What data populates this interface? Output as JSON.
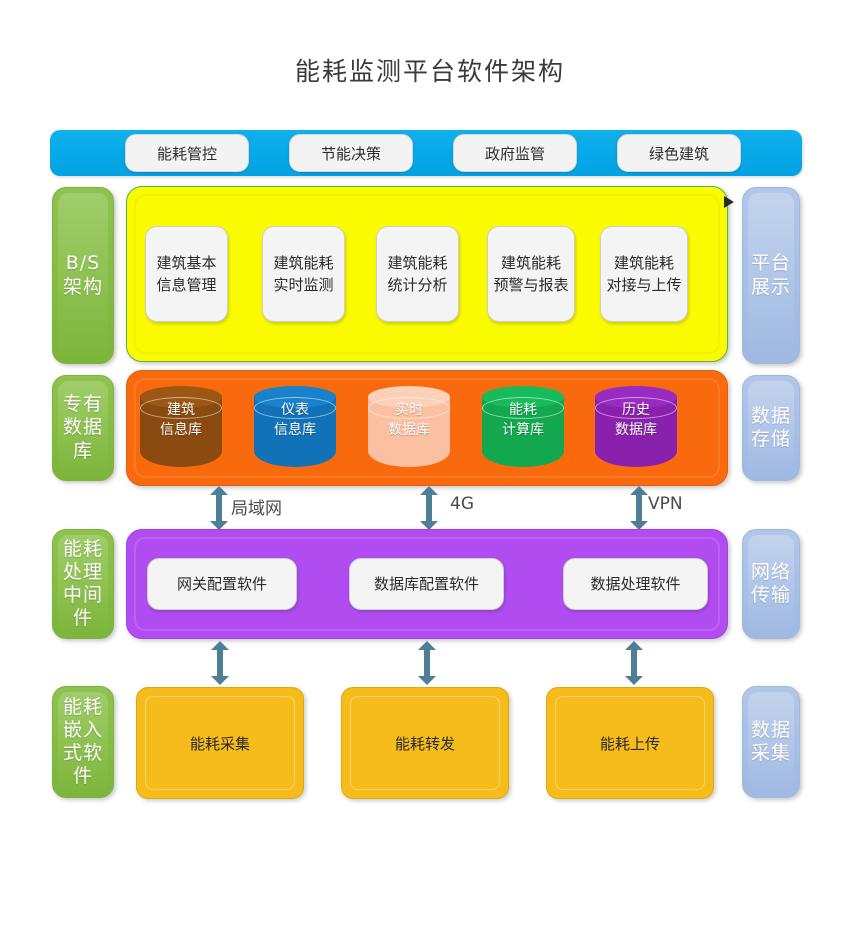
{
  "title": "能耗监测平台软件架构",
  "appbar": {
    "color": "#03a2e3",
    "chips": [
      {
        "label": "能耗管控"
      },
      {
        "label": "节能决策"
      },
      {
        "label": "政府监管"
      },
      {
        "label": "绿色建筑"
      }
    ]
  },
  "left_labels": [
    {
      "label": "B/S\n架构",
      "line1": "B/S",
      "line2": "架构"
    },
    {
      "label": "专有数据库",
      "line1": "专有",
      "line2": "数据",
      "line3": "库"
    },
    {
      "label": "能耗处理中间件",
      "line1": "能耗",
      "line2": "处理",
      "line3": "中间",
      "line4": "件"
    },
    {
      "label": "能耗嵌入式软件",
      "line1": "能耗",
      "line2": "嵌入",
      "line3": "式软",
      "line4": "件"
    }
  ],
  "right_labels": [
    {
      "label": "平台展示",
      "line1": "平台",
      "line2": "展示"
    },
    {
      "label": "数据存储",
      "line1": "数据",
      "line2": "存储"
    },
    {
      "label": "网络传输",
      "line1": "网络",
      "line2": "传输"
    },
    {
      "label": "数据采集",
      "line1": "数据",
      "line2": "采集"
    }
  ],
  "presentation_layer": {
    "band_color": "#fbfb00",
    "modules": [
      {
        "line1": "建筑基本",
        "line2": "信息管理"
      },
      {
        "line1": "建筑能耗",
        "line2": "实时监测"
      },
      {
        "line1": "建筑能耗",
        "line2": "统计分析"
      },
      {
        "line1": "建筑能耗",
        "line2": "预警与报表"
      },
      {
        "line1": "建筑能耗",
        "line2": "对接与上传"
      }
    ]
  },
  "storage_layer": {
    "band_color": "#f96a0f",
    "databases": [
      {
        "line1": "建筑",
        "line2": "信息库",
        "color": "#8a4a10"
      },
      {
        "line1": "仪表",
        "line2": "信息库",
        "color": "#1272b8"
      },
      {
        "line1": "实时",
        "line2": "数据库",
        "color": "#fbc0a2"
      },
      {
        "line1": "能耗",
        "line2": "计算库",
        "color": "#13a84f"
      },
      {
        "line1": "历史",
        "line2": "数据库",
        "color": "#8a21ad"
      }
    ]
  },
  "network_links": [
    {
      "label": "局域网"
    },
    {
      "label": "4G"
    },
    {
      "label": "VPN"
    }
  ],
  "middleware_layer": {
    "band_color": "#b14df0",
    "modules": [
      {
        "label": "网关配置软件"
      },
      {
        "label": "数据库配置软件"
      },
      {
        "label": "数据处理软件"
      }
    ]
  },
  "acquisition_layer": {
    "box_color": "#f5bc1c",
    "modules": [
      {
        "label": "能耗采集"
      },
      {
        "label": "能耗转发"
      },
      {
        "label": "能耗上传"
      }
    ]
  }
}
